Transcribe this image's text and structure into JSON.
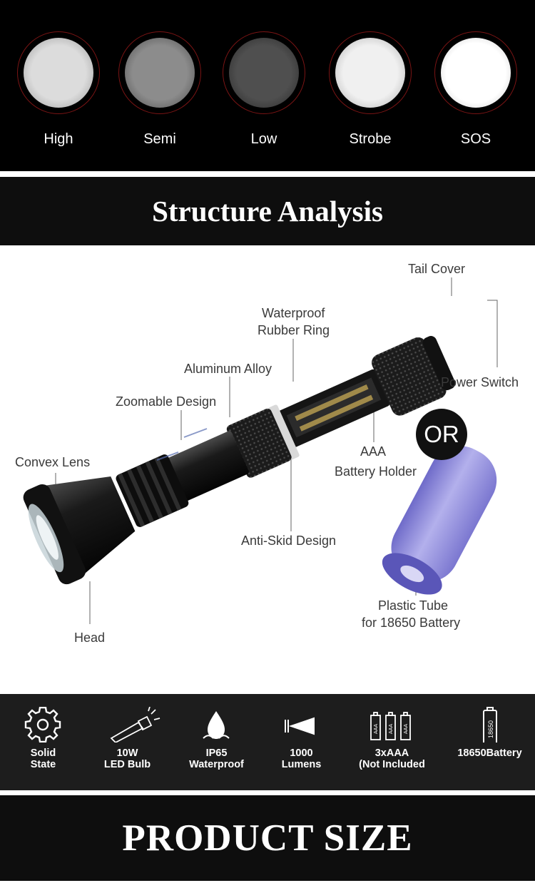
{
  "modes": [
    {
      "label": "High",
      "glow": "#d8d8d8"
    },
    {
      "label": "Semi",
      "glow": "#8c8c8c"
    },
    {
      "label": "Low",
      "glow": "#555555"
    },
    {
      "label": "Strobe",
      "glow": "#ececec"
    },
    {
      "label": "SOS",
      "glow": "#ffffff"
    }
  ],
  "structure_title": "Structure Analysis",
  "callouts": {
    "tail_cover": "Tail Cover",
    "waterproof": "Waterproof",
    "rubber_ring": "Rubber Ring",
    "aluminum_alloy": "Aluminum Alloy",
    "power_switch": "Power Switch",
    "zoomable_design": "Zoomable Design",
    "convex_lens": "Convex Lens",
    "aaa": "AAA",
    "battery_holder": "Battery Holder",
    "anti_skid": "Anti-Skid Design",
    "plastic_tube": "Plastic Tube",
    "for_18650": "for 18650 Battery",
    "head": "Head",
    "or": "OR"
  },
  "features": [
    {
      "line1": "Solid",
      "line2": "State",
      "icon": "gear-icon"
    },
    {
      "line1": "10W",
      "line2": "LED Bulb",
      "icon": "flashlight-icon"
    },
    {
      "line1": "IP65",
      "line2": "Waterproof",
      "icon": "water-drop-icon"
    },
    {
      "line1": "1000",
      "line2": "Lumens",
      "icon": "beam-icon"
    },
    {
      "line1": "3xAAA",
      "line2": "(Not Included",
      "icon": "aaa-batteries-icon"
    },
    {
      "line1": "18650Battery",
      "line2": "",
      "icon": "battery-18650-icon"
    }
  ],
  "battery_text": {
    "aaa": "AAA",
    "cell": "18650"
  },
  "product_size_title": "PRODUCT SIZE",
  "colors": {
    "bar_background": "#0e0e0e",
    "feature_background": "#1d1d1d",
    "ring_red": "#7a1414",
    "tube_purple": "#8a86d6"
  }
}
